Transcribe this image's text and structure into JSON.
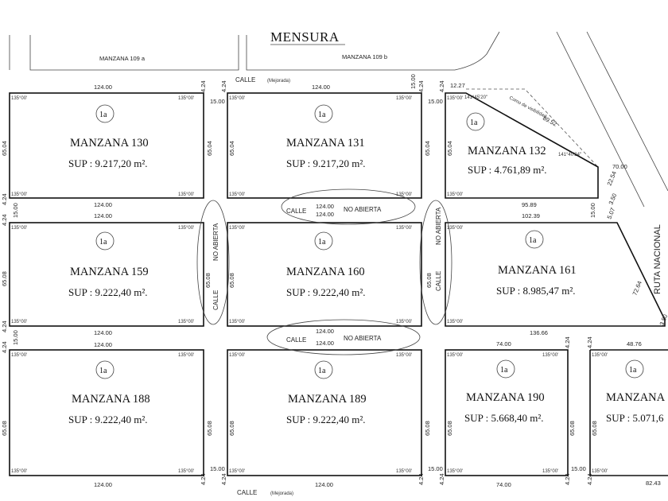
{
  "title": "MENSURA",
  "labels": {
    "mz109a": "MANZANA 109 a",
    "mz109b": "MANZANA 109 b",
    "calle": "CALLE",
    "mejorada": "(Mejorada)",
    "no_abierta": "NO ABIERTA",
    "ruta": "RUTA NACIONAL",
    "vis": "Como de visibilidad",
    "angle": "135°00'",
    "lote": "1a"
  },
  "blocks": [
    {
      "name": "MANZANA 130",
      "sup": "SUP : 9.217,20 m²."
    },
    {
      "name": "MANZANA 131",
      "sup": "SUP : 9.217,20 m²."
    },
    {
      "name": "MANZANA 132",
      "sup": "SUP : 4.761,89 m²."
    },
    {
      "name": "MANZANA 159",
      "sup": "SUP : 9.222,40 m²."
    },
    {
      "name": "MANZANA 160",
      "sup": "SUP : 9.222,40 m²."
    },
    {
      "name": "MANZANA 161",
      "sup": "SUP : 8.985,47 m²."
    },
    {
      "name": "MANZANA 188",
      "sup": "SUP : 9.222,40 m²."
    },
    {
      "name": "MANZANA 189",
      "sup": "SUP : 9.222,40 m²."
    },
    {
      "name": "MANZANA 190",
      "sup": "SUP : 5.668,40 m²."
    },
    {
      "name": "MANZANA",
      "sup": "SUP : 5.071,6"
    }
  ],
  "dims": {
    "d124": "124.00",
    "d1227": "12.27",
    "d1500": "15.00",
    "d424": "4.24",
    "d6504": "65.04",
    "d6508": "65.08",
    "d9589": "95.89",
    "d10239": "102.39",
    "d13666": "136.66",
    "d7400": "74.00",
    "d4876": "48.76",
    "d8243": "82.43",
    "d2254": "22.54",
    "d7264": "72.64",
    "d8952": "89.52",
    "d7000": "70.00",
    "d507": "5.07",
    "d350": "3.50",
    "a1": "141°45'20\"",
    "a2": "141°40'24\""
  }
}
